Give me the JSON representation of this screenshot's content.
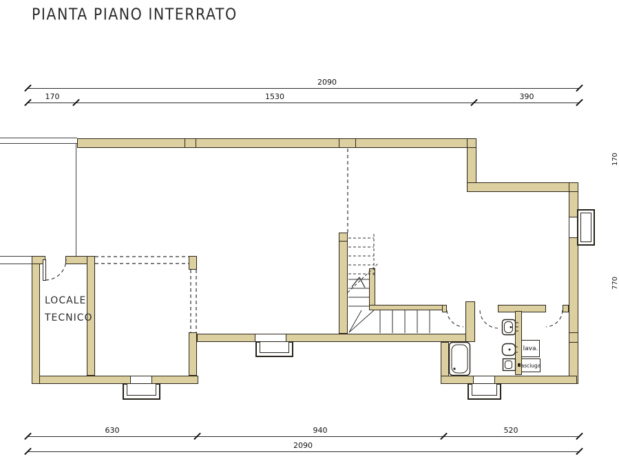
{
  "title": "PIANTA PIANO INTERRATO",
  "colors": {
    "wall_fill": "#ddd0a0",
    "wall_outline": "#2a241a",
    "line": "#3c3c3c"
  },
  "dimensions": {
    "top": {
      "total": "2090",
      "segments": [
        "170",
        "1530",
        "390"
      ]
    },
    "bottom": {
      "total": "2090",
      "segments": [
        "630",
        "940",
        "520"
      ]
    },
    "right": {
      "upper": "170",
      "lower": "770"
    }
  },
  "labels": {
    "room1_line1": "LOCALE",
    "room1_line2": "TECNICO",
    "washer": "lava.",
    "dryer": "asciuga"
  }
}
